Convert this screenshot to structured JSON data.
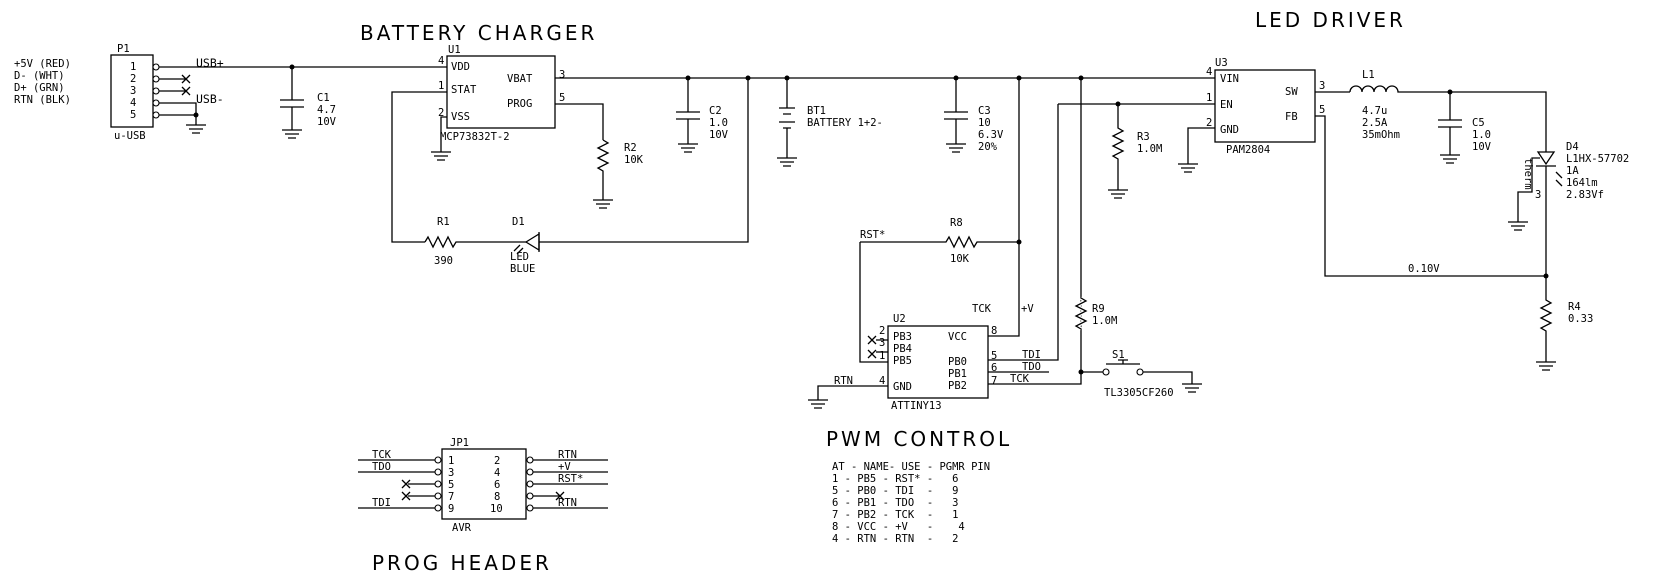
{
  "titles": {
    "battery_charger": "BATTERY CHARGER",
    "led_driver": "LED DRIVER",
    "pwm_control": "PWM CONTROL",
    "prog_header": "PROG HEADER"
  },
  "usb": {
    "ref": "P1",
    "name": "u-USB",
    "pins": [
      "1",
      "2",
      "3",
      "4",
      "5"
    ],
    "labels": [
      "+5V (RED)",
      "D- (WHT)",
      "D+ (GRN)",
      "RTN (BLK)"
    ],
    "net_plus": "USB+",
    "net_minus": "USB-"
  },
  "c1": {
    "ref": "C1",
    "value": "4.7",
    "rating": "10V"
  },
  "u1": {
    "ref": "U1",
    "part": "MCP73832T-2",
    "pins": {
      "vdd": "VDD",
      "stat": "STAT",
      "vss": "VSS",
      "vbat": "VBAT",
      "prog": "PROG"
    },
    "pin_numbers": {
      "vdd": "4",
      "stat": "1",
      "vss": "2",
      "vbat": "3",
      "prog": "5"
    }
  },
  "r2": {
    "ref": "R2",
    "value": "10K"
  },
  "r1": {
    "ref": "R1",
    "value": "390"
  },
  "d1": {
    "ref": "D1",
    "value": "LED",
    "color": "BLUE"
  },
  "c2": {
    "ref": "C2",
    "value": "1.0",
    "rating": "10V"
  },
  "bt1": {
    "ref": "BT1",
    "value": "BATTERY 1+2-"
  },
  "c3": {
    "ref": "C3",
    "value": "10",
    "rating": "6.3V",
    "tolerance": "20%"
  },
  "u3": {
    "ref": "U3",
    "part": "PAM2804",
    "pins": {
      "vin": "VIN",
      "en": "EN",
      "gnd": "GND",
      "sw": "SW",
      "fb": "FB"
    },
    "pin_numbers": {
      "vin": "4",
      "en": "1",
      "gnd": "2",
      "sw": "3",
      "fb": "5"
    }
  },
  "r3": {
    "ref": "R3",
    "value": "1.0M"
  },
  "l1": {
    "ref": "L1",
    "value": "4.7u",
    "current": "2.5A",
    "dcr": "35mOhm"
  },
  "c5": {
    "ref": "C5",
    "value": "1.0",
    "rating": "10V"
  },
  "d4": {
    "ref": "D4",
    "part": "L1HX-57702",
    "current": "1A",
    "flux": "164lm",
    "vf": "2.83Vf",
    "pad_label": "therm",
    "pad_pin": "3"
  },
  "fb_net": "0.10V",
  "r4": {
    "ref": "R4",
    "value": "0.33"
  },
  "r8": {
    "ref": "R8",
    "value": "10K",
    "net": "RST*"
  },
  "r9": {
    "ref": "R9",
    "value": "1.0M"
  },
  "s1": {
    "ref": "S1",
    "part": "TL3305CF260"
  },
  "u2": {
    "ref": "U2",
    "part": "ATTINY13",
    "left_pins": [
      "PB3",
      "PB4",
      "PB5",
      "GND"
    ],
    "left_numbers": [
      "2",
      "3",
      "1",
      "4"
    ],
    "right_pins": [
      "VCC",
      "PB0",
      "PB1",
      "PB2"
    ],
    "right_numbers": [
      "8",
      "5",
      "6",
      "7"
    ],
    "nets": {
      "tck_top": "TCK",
      "vplus": "+V",
      "tdi": "TDI",
      "tdo": "TDO",
      "tck": "TCK",
      "rtn": "RTN"
    }
  },
  "pin_table": {
    "header": "AT - NAME- USE - PGMR PIN",
    "rows": [
      "1 - PB5 - RST* -   6",
      "5 - PB0 - TDI  -   9",
      "6 - PB1 - TDO  -   3",
      "7 - PB2 - TCK  -   1",
      "8 - VCC - +V   -    4",
      "4 - RTN - RTN  -   2"
    ]
  },
  "jp1": {
    "ref": "JP1",
    "name": "AVR",
    "left_numbers": [
      "1",
      "3",
      "5",
      "7",
      "9"
    ],
    "right_numbers": [
      "2",
      "4",
      "6",
      "8",
      "10"
    ],
    "left_nets": [
      "TCK",
      "TDO",
      "TDI"
    ],
    "right_nets": [
      "RTN",
      "+V",
      "RST*",
      "RTN"
    ]
  }
}
